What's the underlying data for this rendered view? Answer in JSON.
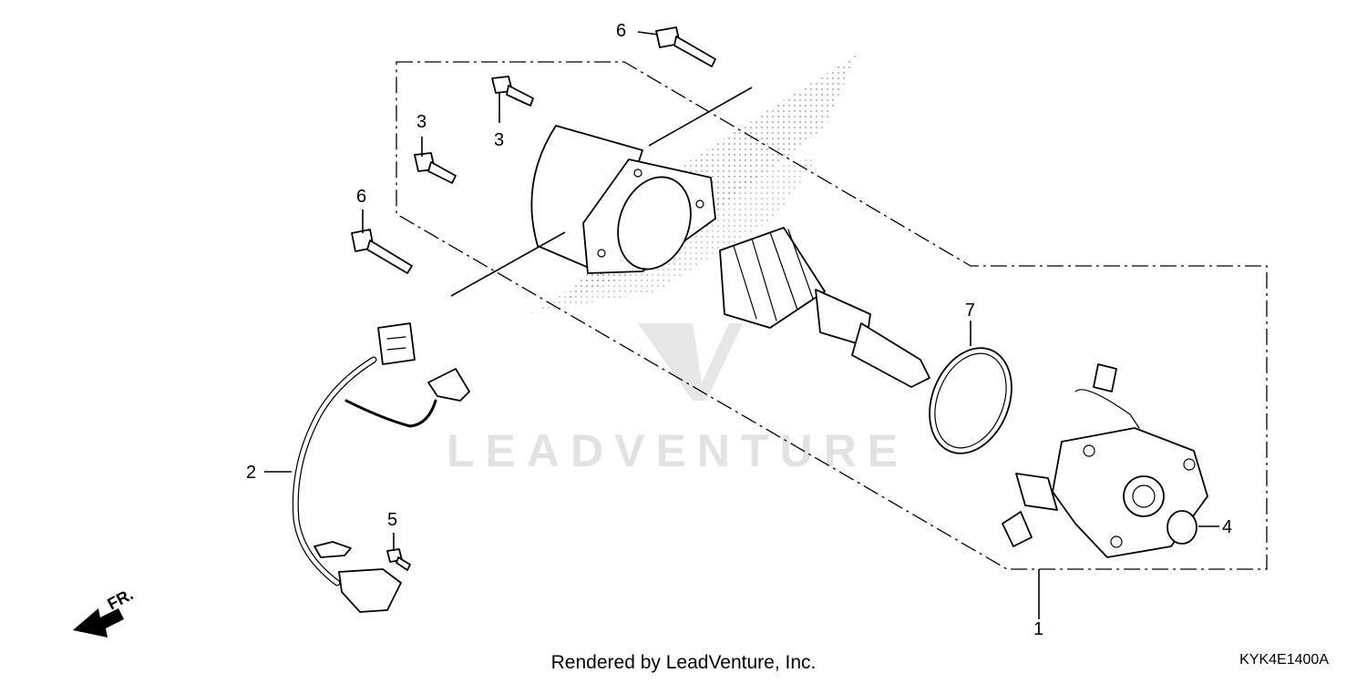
{
  "callouts": [
    "6",
    "3",
    "3",
    "6",
    "7",
    "2",
    "5",
    "4",
    "1"
  ],
  "watermark": "LEADVENTURE",
  "direction_label": "FR.",
  "footer": "Rendered by LeadVenture, Inc.",
  "diagram_code": "KYK4E1400A"
}
